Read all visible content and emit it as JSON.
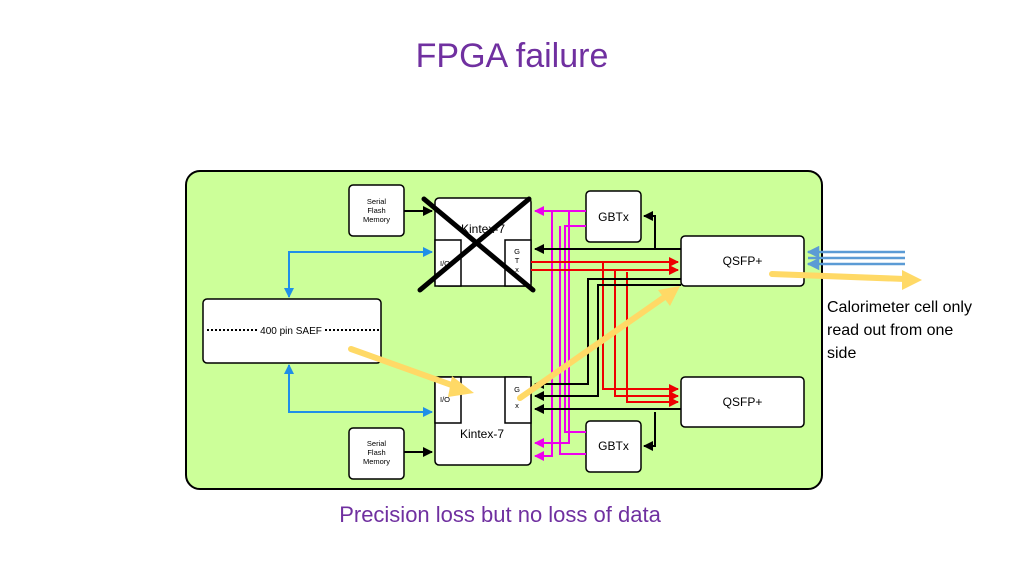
{
  "title": "FPGA failure",
  "subtitle": "Precision loss but no loss of data",
  "note_lines": [
    "Calorimeter cell only",
    "read out from one",
    "side"
  ],
  "labels": {
    "flash_top": [
      "Serial",
      "Flash",
      "Memory"
    ],
    "flash_bottom": [
      "Serial",
      "Flash",
      "Memory"
    ],
    "kintex_top": "Kintex-7",
    "kintex_bottom": "Kintex-7",
    "io_top": "I/O",
    "io_bottom": "I/O",
    "gtx_top": [
      "G",
      "T",
      "x"
    ],
    "gtx_bottom": [
      "G",
      "x"
    ],
    "saef": "400 pin SAEF",
    "gbtx_top": "GBTx",
    "gbtx_bottom": "GBTx",
    "qsfp_top": "QSFP+",
    "qsfp_bottom": "QSFP+"
  },
  "colors": {
    "title": "#7030a0",
    "board": "#ccff99",
    "blue": "#1f8fe8",
    "red": "#ee0000",
    "magenta": "#ee00ee",
    "yellow": "#ffd966",
    "fiber": "#5b9bd5"
  },
  "failed_component": "kintex-top",
  "icons": {
    "failure_mark": "cross-icon"
  }
}
